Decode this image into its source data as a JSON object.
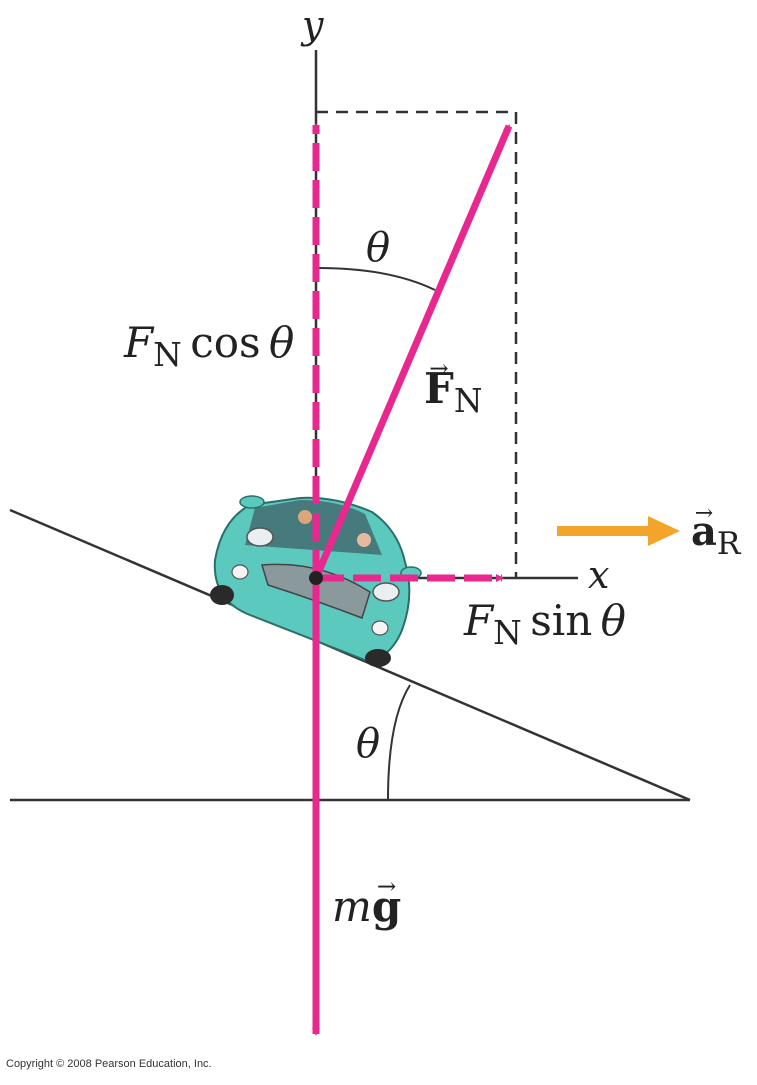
{
  "labels": {
    "y_axis": "y",
    "x_axis": "x",
    "theta": "θ",
    "vector_arrow": "→",
    "subscript_n": "N",
    "subscript_r": "R",
    "f": "F",
    "cos": "cos",
    "sin": "sin",
    "m": "m",
    "g": "g",
    "a": "a"
  },
  "copyright": "Copyright © 2008 Pearson Education, Inc.",
  "colors": {
    "force": "#e8288f",
    "acceleration": "#f2a52a",
    "line": "#333333",
    "car_body": "#5cc9bf",
    "car_shadow": "#3d9f96"
  },
  "icons": [
    "car-icon"
  ]
}
